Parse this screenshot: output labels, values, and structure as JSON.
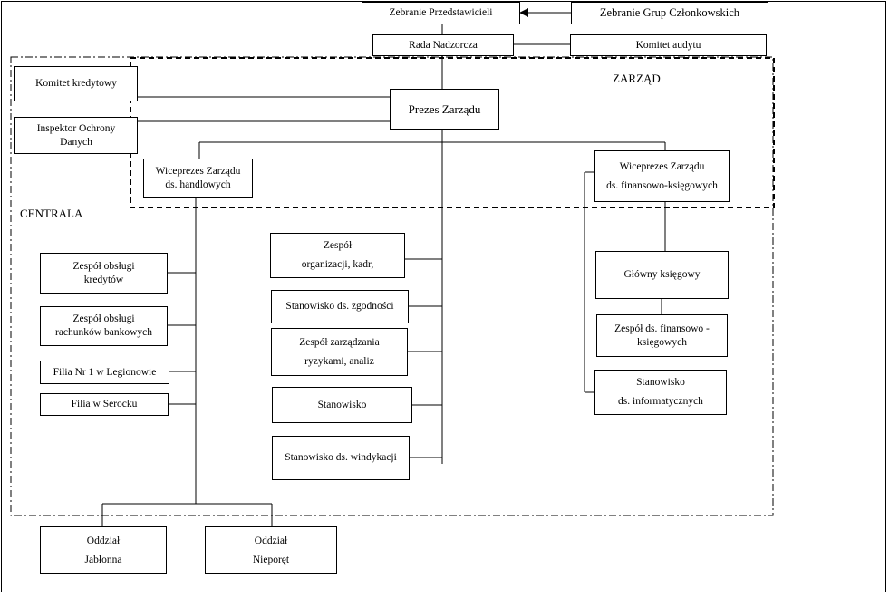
{
  "labels": {
    "zarzad": "ZARZĄD",
    "centrala": "CENTRALA"
  },
  "boxes": {
    "zebranie_przedstawicieli": [
      "Zebranie Przedstawicieli"
    ],
    "zebranie_grup": [
      "Zebranie Grup Członkowskich"
    ],
    "rada_nadzorcza": [
      "Rada Nadzorcza"
    ],
    "komitet_audytu": [
      "Komitet audytu"
    ],
    "komitet_kredytowy": [
      "Komitet kredytowy"
    ],
    "inspektor_ochrony": [
      "Inspektor Ochrony",
      "Danych"
    ],
    "prezes": [
      "Prezes Zarządu"
    ],
    "wiceprezes_handlowy": [
      "Wiceprezes Zarządu",
      "ds. handlowych"
    ],
    "wiceprezes_finansowy": [
      "Wiceprezes Zarządu",
      "ds. finansowo-księgowych"
    ],
    "zespol_kredytow": [
      "Zespół obsługi",
      "kredytów"
    ],
    "zespol_rachunkow": [
      "Zespół obsługi",
      "rachunków bankowych"
    ],
    "filia_legionowo": [
      "Filia Nr 1 w Legionowie"
    ],
    "filia_serock": [
      "Filia w Serocku"
    ],
    "zespol_organizacji": [
      "Zespół",
      "organizacji, kadr,"
    ],
    "stanowisko_zgodnosci": [
      "Stanowisko ds. zgodności"
    ],
    "zespol_ryzyka": [
      "Zespół zarządzania",
      "ryzykami, analiz"
    ],
    "stanowisko": [
      "Stanowisko"
    ],
    "stanowisko_windykacji": [
      "Stanowisko ds. windykacji"
    ],
    "glowny_ksiegowy": [
      "Główny księgowy"
    ],
    "zespol_finansowo": [
      "Zespół ds. finansowo -",
      "księgowych"
    ],
    "stanowisko_informatyczne": [
      "Stanowisko",
      "ds. informatycznych"
    ],
    "oddzial_jablonna": [
      "Oddział",
      "Jabłonna"
    ],
    "oddzial_nieporet": [
      "Oddział",
      "Nieporęt"
    ]
  }
}
